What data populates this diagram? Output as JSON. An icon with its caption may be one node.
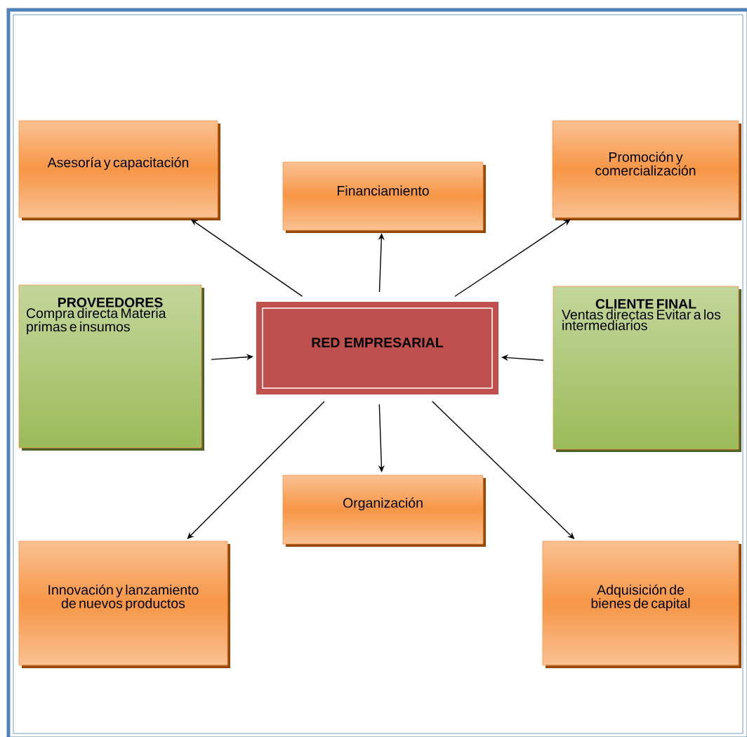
{
  "diagram": {
    "nodes": [
      {
        "text": [
          "Asesoría y capacitación"
        ]
      },
      {
        "text": [
          "Financiamiento"
        ]
      },
      {
        "text": [
          "Promoción y comercialización"
        ]
      },
      {
        "text": [
          "PROVEEDORES",
          "Compra directa Materia primas e insumos"
        ]
      },
      {
        "text": [
          "RED EMPRESARIAL"
        ]
      },
      {
        "text": [
          "CLIENTE FINAL",
          "Ventas directas Evitar a los intermediarios"
        ]
      },
      {
        "text": [
          "Organización"
        ]
      },
      {
        "text": [
          "Innovación y lanzamiento de nuevos productos"
        ]
      },
      {
        "text": [
          "Adquisición de bienes de capital"
        ]
      }
    ],
    "edges": [
      {
        "from": 4,
        "to": 0,
        "arrow": "to"
      },
      {
        "from": 4,
        "to": 1,
        "arrow": "to"
      },
      {
        "from": 4,
        "to": 2,
        "arrow": "to"
      },
      {
        "from": 3,
        "to": 4,
        "arrow": "to"
      },
      {
        "from": 5,
        "to": 4,
        "arrow": "to"
      },
      {
        "from": 4,
        "to": 6,
        "arrow": "to"
      },
      {
        "from": 4,
        "to": 7,
        "arrow": "to"
      },
      {
        "from": 4,
        "to": 8,
        "arrow": "to"
      }
    ]
  }
}
